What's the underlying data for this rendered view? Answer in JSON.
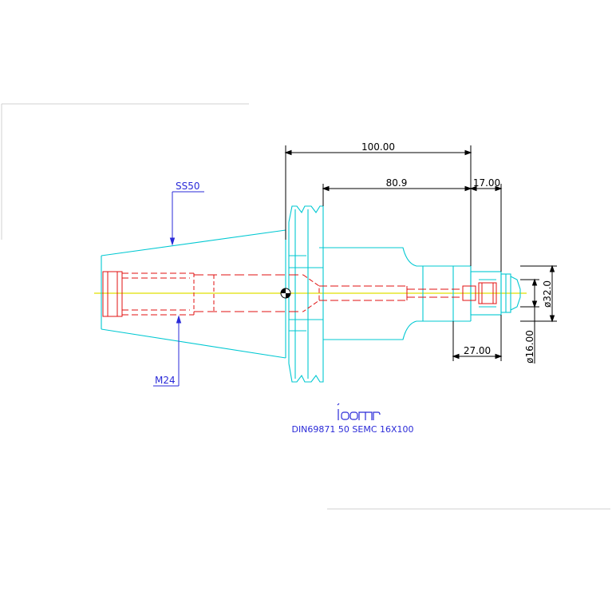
{
  "drawing": {
    "dimensions": {
      "overall_length": "100.00",
      "body_length": "80.9",
      "nose_length": "17.00",
      "nut_length": "27.00",
      "diameter_large": "ø32.0",
      "diameter_small": "ø16.00"
    },
    "callouts": {
      "taper": "SS50",
      "thread": "M24"
    },
    "title_block": {
      "designation": "DIN69871  50  SEMC  16X100"
    },
    "colors": {
      "outline": "#00c8d2",
      "hidden": "#e01010",
      "dimension": "#000000",
      "callout": "#2a2ad8",
      "centerline": "#e0e000",
      "frame": "#d0d0d0"
    }
  }
}
